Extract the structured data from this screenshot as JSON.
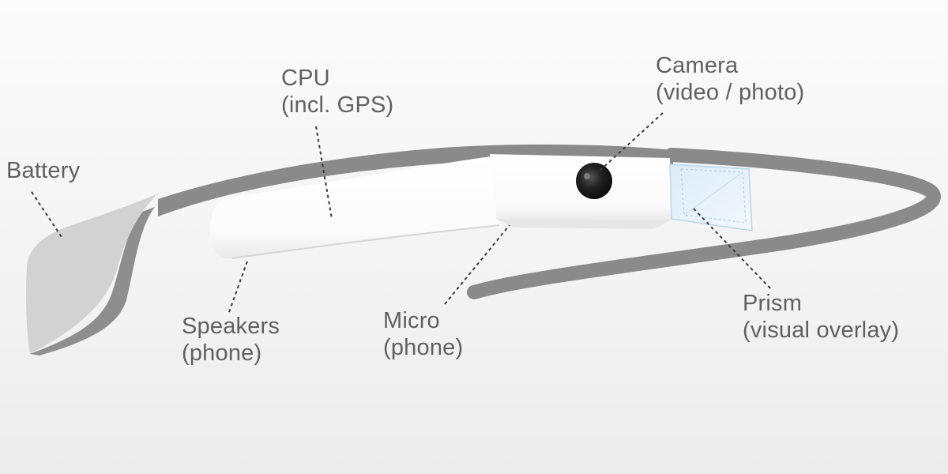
{
  "labels": {
    "battery": {
      "line1": "Battery"
    },
    "cpu": {
      "line1": "CPU",
      "line2": "(incl. GPS)"
    },
    "camera": {
      "line1": "Camera",
      "line2": "(video / photo)"
    },
    "speakers": {
      "line1": "Speakers",
      "line2": "(phone)"
    },
    "micro": {
      "line1": "Micro",
      "line2": "(phone)"
    },
    "prism": {
      "line1": "Prism",
      "line2": "(visual overlay)"
    }
  },
  "colors": {
    "frame": "#8a8a8a",
    "frame_shadow": "#7c7c7c",
    "battery_face": "#d2d2d2",
    "battery_side": "#8e8e8e",
    "body_white": "#ffffff",
    "prism_blue": "#e8f3fb",
    "camera_lens": "#1e1e1e",
    "label_text": "#606060",
    "leader_line": "#3a3a3a"
  }
}
